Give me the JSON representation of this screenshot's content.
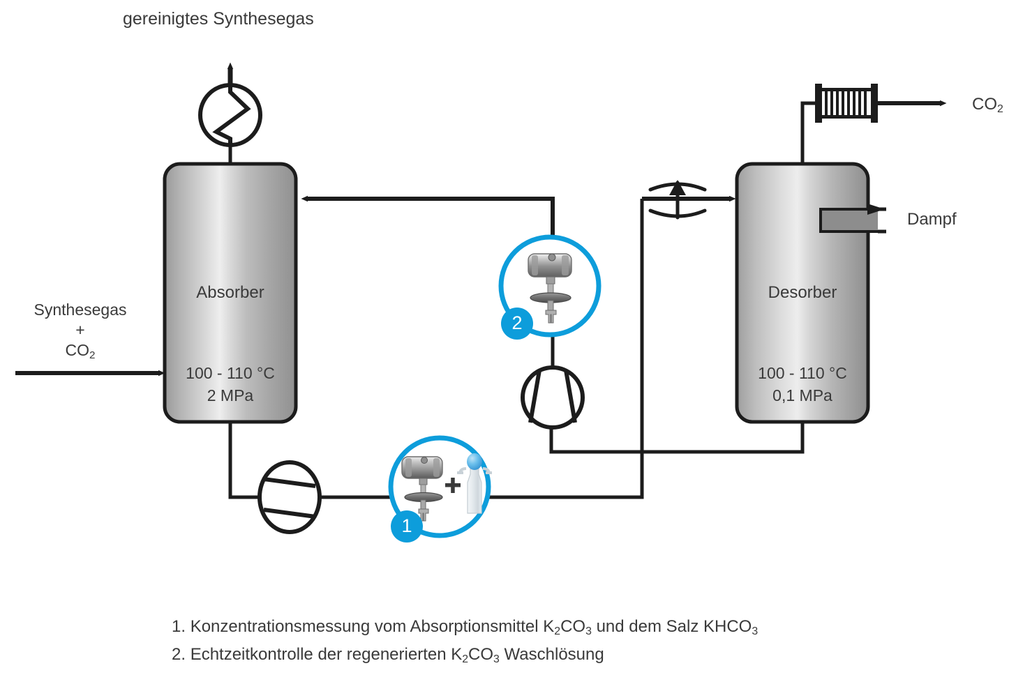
{
  "diagram": {
    "title_top_left": "gereinigtes Synthesegas",
    "feed_label_lines": [
      "Synthesegas",
      "+",
      "CO",
      "2"
    ],
    "feed_label_plain": "Synthesegas + CO2",
    "co2_outlet_label": "CO",
    "co2_outlet_sub": "2",
    "steam_label": "Dampf",
    "vessels": [
      {
        "id": "absorber",
        "name": "Absorber",
        "temperature": "100 - 110 °C",
        "pressure": "2 MPa"
      },
      {
        "id": "desorber",
        "name": "Desorber",
        "temperature": "100 - 110 °C",
        "pressure": "0,1 MPa"
      }
    ],
    "callouts": [
      {
        "number": "1",
        "icon": "sensor-transmitter-plus-sampler",
        "plus_sign": "+"
      },
      {
        "number": "2",
        "icon": "sensor-transmitter"
      }
    ],
    "equipment": [
      {
        "id": "top-cooler",
        "icon": "heat-exchanger-zigzag-circle-icon"
      },
      {
        "id": "co2-condenser",
        "icon": "shell-tube-heat-exchanger-icon"
      },
      {
        "id": "throttle-valve",
        "icon": "throttle-valve-icon"
      },
      {
        "id": "rich-solution-pump",
        "icon": "pump-circle-icon"
      },
      {
        "id": "lean-solution-pump",
        "icon": "pump-circle-icon"
      },
      {
        "id": "steam-coil",
        "icon": "steam-coil-icon"
      }
    ],
    "captions": [
      {
        "index": "1.",
        "parts": [
          {
            "t": "Konzentrationsmessung vom Absorptionsmittel K"
          },
          {
            "sub": "2"
          },
          {
            "t": "CO"
          },
          {
            "sub": "3"
          },
          {
            "t": " und dem Salz KHCO"
          },
          {
            "sub": "3"
          }
        ],
        "plain": "1. Konzentrationsmessung vom Absorptionsmittel K2CO3 und dem Salz KHCO3"
      },
      {
        "index": "2.",
        "parts": [
          {
            "t": "Echtzeitkontrolle der regenerierten K"
          },
          {
            "sub": "2"
          },
          {
            "t": "CO"
          },
          {
            "sub": "3"
          },
          {
            "t": " Waschlösung"
          }
        ],
        "plain": "2. Echtzeitkontrolle der regenerierten K2CO3 Waschlösung"
      }
    ],
    "colors": {
      "accent_blue": "#0d9ddb",
      "line_dark": "#1c1c1c",
      "text": "#3a3a3a",
      "vessel_light": "#e4e4e4",
      "vessel_mid": "#a9a9a9",
      "vessel_dark": "#8a8a8a",
      "background": "#ffffff"
    }
  }
}
